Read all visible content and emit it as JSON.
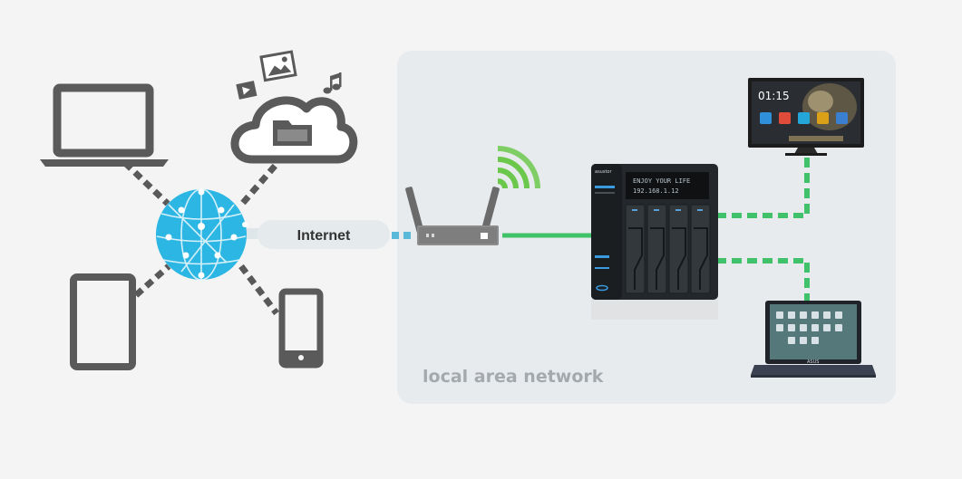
{
  "labels": {
    "internet": "Internet",
    "lan": "local area network"
  },
  "nas": {
    "brand": "asustor",
    "display_line1": "ENJOY YOUR LIFE",
    "display_line2": "192.168.1.12"
  },
  "tv": {
    "clock": "01:15"
  },
  "laptop": {
    "brand": "ASUS"
  },
  "colors": {
    "background": "#f4f4f4",
    "lan_panel": "#e8ebee",
    "device_gray": "#5a5a5a",
    "internet_link": "#5ab8d8",
    "lan_link": "#3fc26a",
    "globe": "#2cb6e3",
    "wifi": "#6cc84c"
  },
  "icons": [
    "laptop-icon",
    "cloud-folder-icon",
    "photo-icon",
    "video-icon",
    "music-note-icon",
    "tablet-icon",
    "smartphone-icon",
    "globe-icon",
    "router-icon",
    "wifi-signal-icon",
    "nas-device-icon",
    "tv-icon"
  ]
}
